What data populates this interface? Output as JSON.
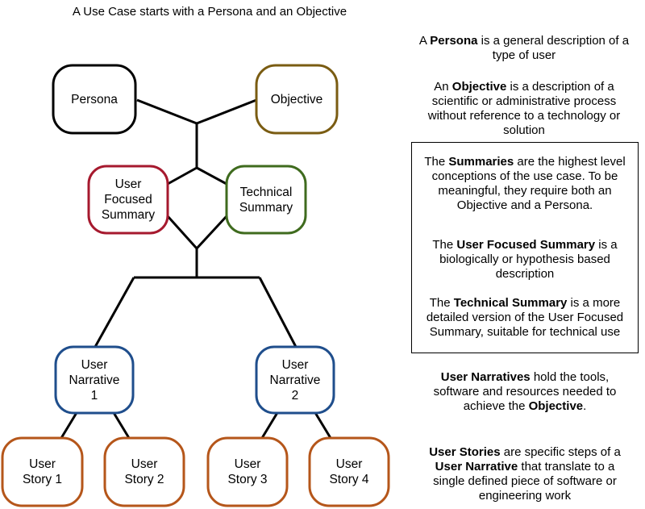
{
  "title": "A Use Case starts with a Persona and an Objective",
  "colors": {
    "black": "#000000",
    "olive": "#7a5c12",
    "red": "#a6192e",
    "green": "#3f6b1e",
    "blue": "#1f4e8c",
    "orange": "#b5561a"
  },
  "nodes": {
    "persona": "Persona",
    "objective": "Objective",
    "user_focused_summary": "User\nFocused\nSummary",
    "technical_summary": "Technical\nSummary",
    "user_narrative_1": "User\nNarrative\n1",
    "user_narrative_2": "User\nNarrative\n2",
    "user_story_1": "User\nStory 1",
    "user_story_2": "User\nStory 2",
    "user_story_3": "User\nStory 3",
    "user_story_4": "User\nStory 4"
  },
  "notes": {
    "persona": [
      "A ",
      "Persona",
      " is a general description of a type of user"
    ],
    "objective": [
      "An ",
      "Objective",
      " is a description of a scientific or administrative process without reference to a technology or solution"
    ],
    "summaries": [
      "The ",
      "Summaries",
      " are the highest level conceptions of the use case. To be meaningful, they require both an Objective and a Persona."
    ],
    "user_focused": [
      "The ",
      "User Focused Summary",
      " is a biologically or hypothesis based description"
    ],
    "technical": [
      "The ",
      "Technical Summary",
      " is a more detailed version of the User Focused Summary, suitable for technical use"
    ],
    "narratives": [
      "User Narratives",
      " hold the tools, software and resources needed to achieve the ",
      "Objective",
      "."
    ],
    "stories": [
      "User Stories",
      " are specific steps of a ",
      "User Narrative",
      " that translate to a single defined piece of software or engineering work"
    ]
  }
}
